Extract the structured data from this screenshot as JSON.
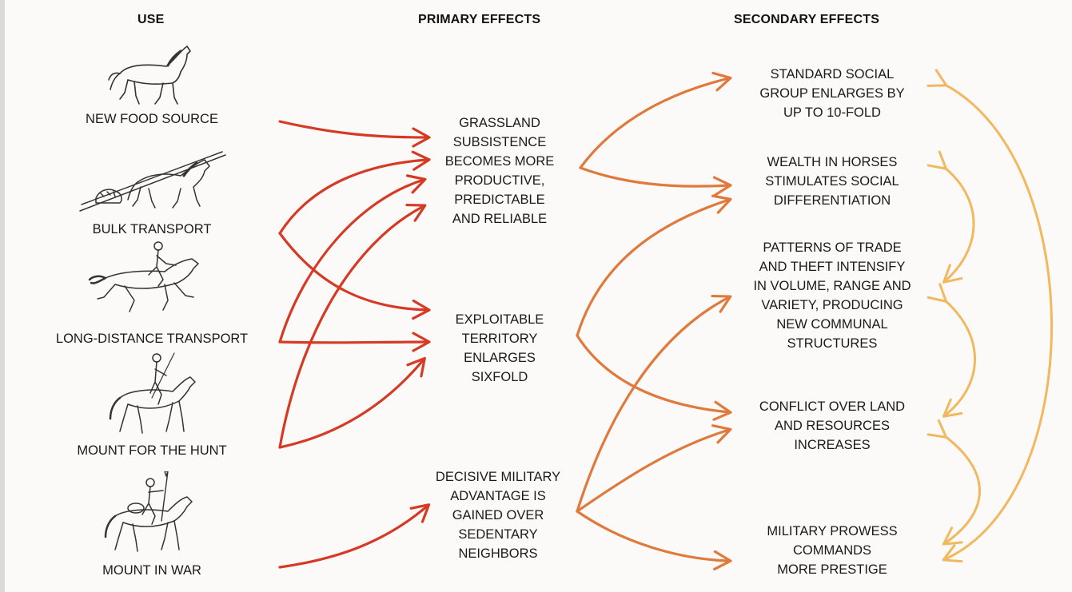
{
  "headers": {
    "use": "USE",
    "primary": "PRIMARY EFFECTS",
    "secondary": "SECONDARY EFFECTS"
  },
  "uses": [
    {
      "label": "NEW FOOD SOURCE",
      "icon": "horse-icon"
    },
    {
      "label": "BULK TRANSPORT",
      "icon": "horse-travois-icon"
    },
    {
      "label": "LONG-DISTANCE TRANSPORT",
      "icon": "galloping-rider-icon"
    },
    {
      "label": "MOUNT FOR THE HUNT",
      "icon": "hunter-rider-icon"
    },
    {
      "label": "MOUNT IN WAR",
      "icon": "warrior-rider-icon"
    }
  ],
  "primary_effects": [
    {
      "text": "GRASSLAND\nSUBSISTENCE\nBECOMES MORE\nPRODUCTIVE,\nPREDICTABLE\nAND RELIABLE"
    },
    {
      "text": "EXPLOITABLE\nTERRITORY\nENLARGES\nSIXFOLD"
    },
    {
      "text": "DECISIVE MILITARY\nADVANTAGE IS\nGAINED OVER\nSEDENTARY\nNEIGHBORS"
    }
  ],
  "secondary_effects": [
    {
      "text": "STANDARD SOCIAL\nGROUP ENLARGES BY\nUP TO 10-FOLD"
    },
    {
      "text": "WEALTH IN HORSES\nSTIMULATES SOCIAL\nDIFFERENTIATION"
    },
    {
      "text": "PATTERNS OF TRADE\nAND THEFT INTENSIFY\nIN VOLUME, RANGE AND\nVARIETY, PRODUCING\nNEW  COMMUNAL\nSTRUCTURES"
    },
    {
      "text": "CONFLICT OVER LAND\nAND RESOURCES\nINCREASES"
    },
    {
      "text": "MILITARY PROWESS\nCOMMANDS\nMORE PRESTIGE"
    }
  ],
  "colors": {
    "red_arrow": "#d63a24",
    "orange_arrow": "#e07a3c",
    "yellow_arrow": "#f2b860"
  }
}
